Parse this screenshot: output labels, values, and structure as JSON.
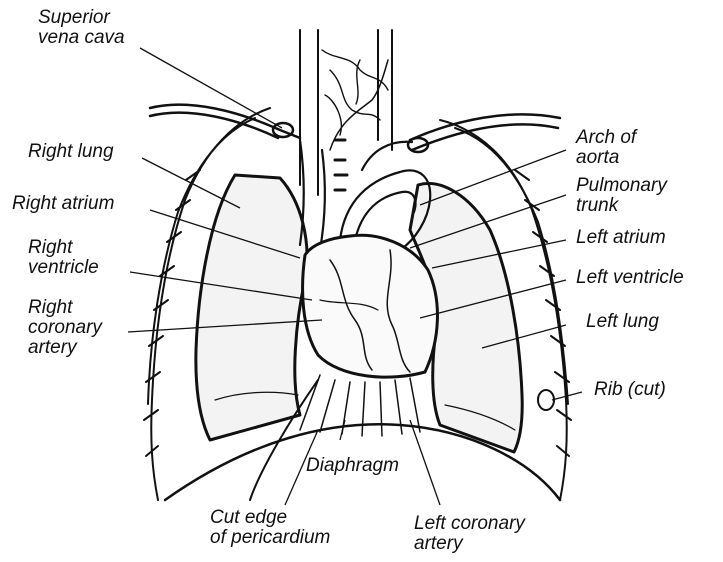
{
  "diagram": {
    "labels": {
      "superior_vena_cava": [
        "Superior",
        "vena cava"
      ],
      "right_lung": [
        "Right lung"
      ],
      "right_atrium": [
        "Right atrium"
      ],
      "right_ventricle": [
        "Right",
        "ventricle"
      ],
      "right_coronary_artery": [
        "Right",
        "coronary",
        "artery"
      ],
      "arch_of_aorta": [
        "Arch of",
        "aorta"
      ],
      "pulmonary_trunk": [
        "Pulmonary",
        "trunk"
      ],
      "left_atrium": [
        "Left atrium"
      ],
      "left_ventricle": [
        "Left ventricle"
      ],
      "left_lung": [
        "Left lung"
      ],
      "rib_cut": [
        "Rib (cut)"
      ],
      "diaphragm": [
        "Diaphragm"
      ],
      "cut_edge_of_pericardium": [
        "Cut edge",
        "of pericardium"
      ],
      "left_coronary_artery": [
        "Left coronary",
        "artery"
      ]
    }
  }
}
